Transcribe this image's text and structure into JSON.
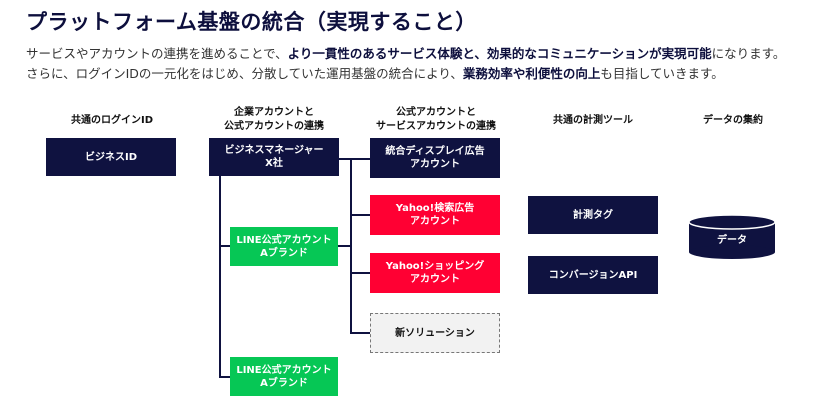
{
  "title": "プラットフォーム基盤の統合（実現すること）",
  "intro": {
    "l1a": "サービスやアカウントの連携を進めることで、",
    "l1b": "より一貫性のあるサービス体験と、効果的なコミュニケーションが実現可能",
    "l1c": "になります。",
    "l2a": "さらに、ログインIDの一元化をはじめ、分散していた運用基盤の統合により、",
    "l2b": "業務効率や利便性の向上",
    "l2c": "も目指していきます。"
  },
  "columns": {
    "login": "共通のログインID",
    "corp": "企業アカウントと\n公式アカウントの連携",
    "service": "公式アカウントと\nサービスアカウントの連携",
    "measure": "共通の計測ツール",
    "data": "データの集約"
  },
  "boxes": {
    "business_id": "ビジネスID",
    "business_manager": "ビジネスマネージャー\nX社",
    "line_a1": "LINE公式アカウント\nAブランド",
    "line_a2": "LINE公式アカウント\nAブランド",
    "display_ad": "統合ディスプレイ広告\nアカウント",
    "yahoo_search": "Yahoo!検索広告\nアカウント",
    "yahoo_shopping": "Yahoo!ショッピング\nアカウント",
    "new_solution": "新ソリューション",
    "tag": "計測タグ",
    "conversion_api": "コンバージョンAPI",
    "data": "データ"
  },
  "colors": {
    "navy": "#0f1240",
    "line_green": "#06c755",
    "yahoo_red": "#ff0033"
  }
}
